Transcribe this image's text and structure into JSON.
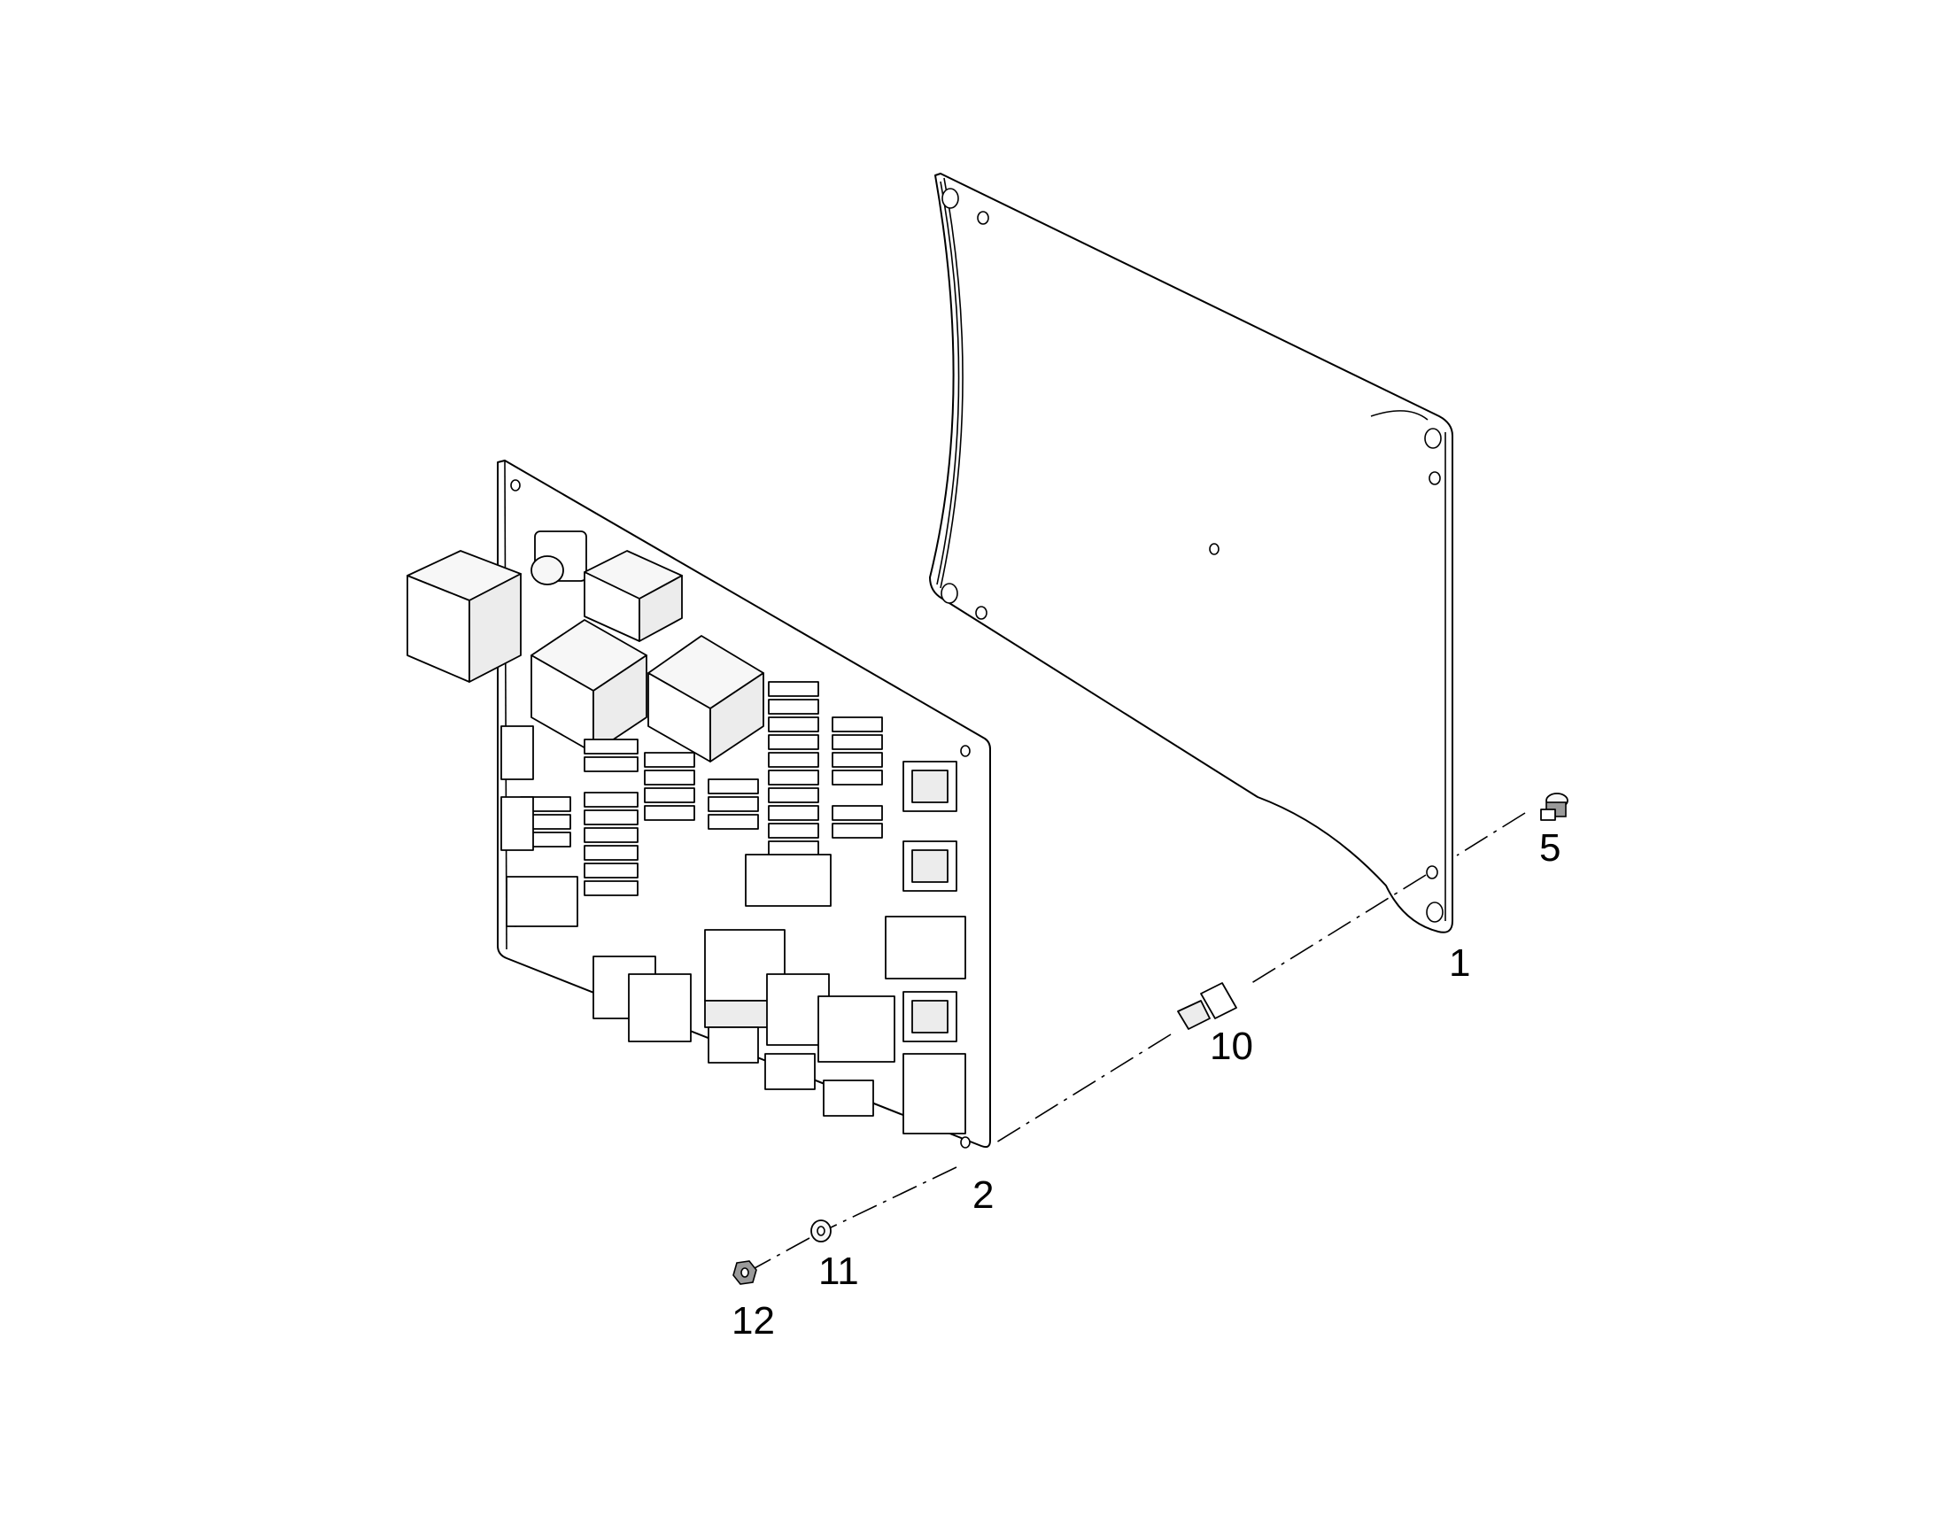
{
  "diagram": {
    "callouts": [
      {
        "id": "plate",
        "label": "1"
      },
      {
        "id": "circuit-board",
        "label": "2"
      },
      {
        "id": "screw",
        "label": "5"
      },
      {
        "id": "standoff",
        "label": "10"
      },
      {
        "id": "washer",
        "label": "11"
      },
      {
        "id": "nut",
        "label": "12"
      }
    ],
    "colors": {
      "line": "#000000",
      "background": "#ffffff"
    }
  }
}
